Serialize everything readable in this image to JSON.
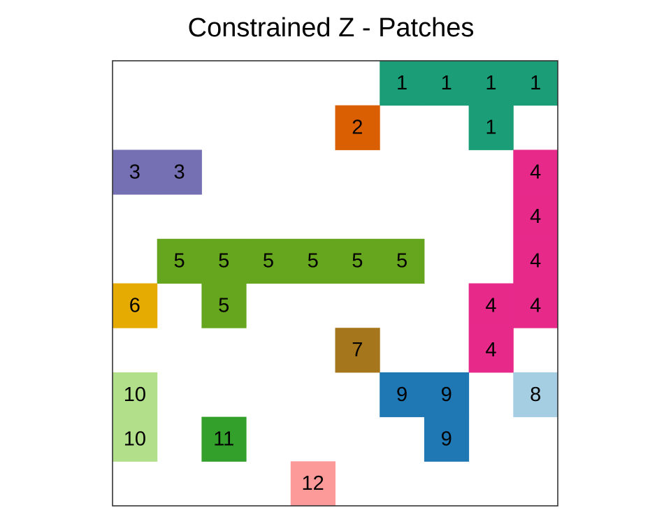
{
  "chart_data": {
    "type": "heatmap",
    "title": "Constrained Z - Patches",
    "xlabel": "",
    "ylabel": "",
    "grid": false,
    "legend": "none",
    "grid_size": [
      10,
      10
    ],
    "axes_visible": false,
    "cells": [
      {
        "row": 1,
        "col": 7,
        "patch": 1
      },
      {
        "row": 1,
        "col": 8,
        "patch": 1
      },
      {
        "row": 1,
        "col": 9,
        "patch": 1
      },
      {
        "row": 1,
        "col": 10,
        "patch": 1
      },
      {
        "row": 2,
        "col": 6,
        "patch": 2
      },
      {
        "row": 2,
        "col": 9,
        "patch": 1
      },
      {
        "row": 3,
        "col": 1,
        "patch": 3
      },
      {
        "row": 3,
        "col": 2,
        "patch": 3
      },
      {
        "row": 3,
        "col": 10,
        "patch": 4
      },
      {
        "row": 4,
        "col": 10,
        "patch": 4
      },
      {
        "row": 5,
        "col": 2,
        "patch": 5
      },
      {
        "row": 5,
        "col": 3,
        "patch": 5
      },
      {
        "row": 5,
        "col": 4,
        "patch": 5
      },
      {
        "row": 5,
        "col": 5,
        "patch": 5
      },
      {
        "row": 5,
        "col": 6,
        "patch": 5
      },
      {
        "row": 5,
        "col": 7,
        "patch": 5
      },
      {
        "row": 5,
        "col": 10,
        "patch": 4
      },
      {
        "row": 6,
        "col": 1,
        "patch": 6
      },
      {
        "row": 6,
        "col": 3,
        "patch": 5
      },
      {
        "row": 6,
        "col": 9,
        "patch": 4
      },
      {
        "row": 6,
        "col": 10,
        "patch": 4
      },
      {
        "row": 7,
        "col": 6,
        "patch": 7
      },
      {
        "row": 7,
        "col": 9,
        "patch": 4
      },
      {
        "row": 8,
        "col": 1,
        "patch": 10
      },
      {
        "row": 8,
        "col": 7,
        "patch": 9
      },
      {
        "row": 8,
        "col": 8,
        "patch": 9
      },
      {
        "row": 8,
        "col": 10,
        "patch": 8
      },
      {
        "row": 9,
        "col": 1,
        "patch": 10
      },
      {
        "row": 9,
        "col": 3,
        "patch": 11
      },
      {
        "row": 9,
        "col": 8,
        "patch": 9
      },
      {
        "row": 10,
        "col": 5,
        "patch": 12
      }
    ],
    "patch_colors": {
      "1": "#1b9e77",
      "2": "#d95f02",
      "3": "#7570b3",
      "4": "#e7298a",
      "5": "#66a61e",
      "6": "#e6ab02",
      "7": "#a6761d",
      "8": "#a6cee3",
      "9": "#1f78b4",
      "10": "#b2df8a",
      "11": "#33a02c",
      "12": "#fb9a99"
    }
  }
}
